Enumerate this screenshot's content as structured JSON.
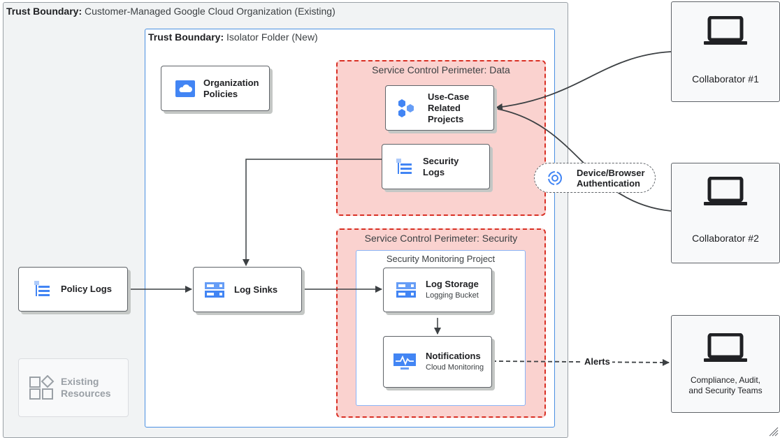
{
  "boundary_outer": {
    "prefix": "Trust Boundary:",
    "title": "Customer-Managed Google Cloud Organization (Existing)"
  },
  "boundary_inner": {
    "prefix": "Trust Boundary:",
    "title": "Isolator Folder (New)"
  },
  "perimeter_data": {
    "title": "Service Control Perimeter: Data"
  },
  "perimeter_security": {
    "title": "Service Control Perimeter: Security"
  },
  "security_project": {
    "title": "Security Monitoring Project"
  },
  "nodes": {
    "org_policies": {
      "line1": "Organization",
      "line2": "Policies",
      "icon": "cloud-icon"
    },
    "use_case": {
      "line1": "Use-Case",
      "line2": "Related",
      "line3": "Projects",
      "icon": "hexagons-icon"
    },
    "security_logs": {
      "line1": "Security",
      "line2": "Logs",
      "icon": "logs-icon"
    },
    "policy_logs": {
      "label": "Policy Logs",
      "icon": "logs-icon"
    },
    "log_sinks": {
      "label": "Log Sinks",
      "icon": "storage-icon"
    },
    "log_storage": {
      "label": "Log Storage",
      "sub": "Logging Bucket",
      "icon": "storage-icon"
    },
    "notifications": {
      "label": "Notifications",
      "sub": "Cloud Monitoring",
      "icon": "monitoring-icon"
    },
    "existing": {
      "line1": "Existing",
      "line2": "Resources",
      "icon": "shapes-icon"
    }
  },
  "auth": {
    "line1": "Device/Browser",
    "line2": "Authentication",
    "icon": "fingerprint-icon"
  },
  "collaborators": [
    {
      "name": "Collaborator #1",
      "icon": "laptop-icon"
    },
    {
      "name": "Collaborator #2",
      "icon": "laptop-icon"
    }
  ],
  "teams": {
    "line1": "Compliance, Audit,",
    "line2": "and Security Teams",
    "icon": "laptop-icon"
  },
  "edges": {
    "alerts_label": "Alerts"
  },
  "colors": {
    "perimeter_fill": "#fad2cf",
    "perimeter_border": "#d93025",
    "icon_blue": "#4285f4",
    "inner_border": "#4a90e2"
  }
}
